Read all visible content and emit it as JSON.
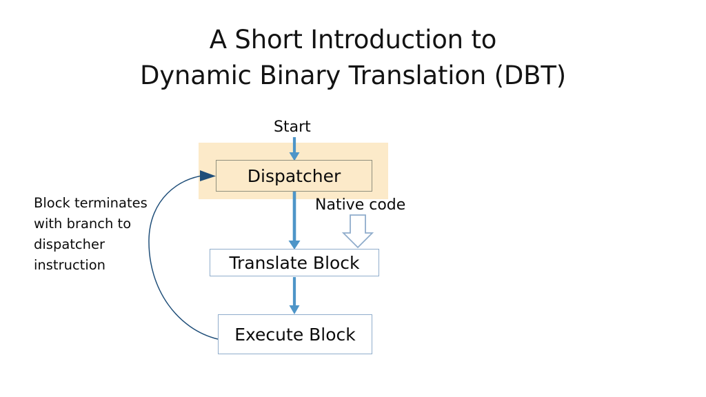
{
  "slide": {
    "title_lines": [
      "A Short Introduction to",
      "Dynamic Binary Translation (DBT)"
    ],
    "title_line_1": "A Short Introduction to",
    "title_line_2": "Dynamic Binary Translation (DBT)"
  },
  "diagram": {
    "type": "flowchart",
    "boxes": [
      {
        "id": "dispatcher",
        "label": "Dispatcher",
        "fill": "#fceac9",
        "border": "#8f8f7d"
      },
      {
        "id": "translate",
        "label": "Translate Block",
        "fill": "#ffffff",
        "border": "#8faccb"
      },
      {
        "id": "execute",
        "label": "Execute Block",
        "fill": "#ffffff",
        "border": "#8faccb"
      }
    ],
    "labels": {
      "start": "Start",
      "native_code": "Native code",
      "feedback_lines": [
        "Block terminates",
        "with branch to",
        "dispatcher",
        "instruction"
      ],
      "feedback_line_1": "Block terminates",
      "feedback_line_2": "with branch to",
      "feedback_line_3": "dispatcher",
      "feedback_line_4": "instruction"
    },
    "highlight": {
      "name": "dispatcher-highlight",
      "color": "#fceac9"
    },
    "arrows": [
      {
        "id": "start-to-dispatcher",
        "style": "solid-blue",
        "color": "#4e95c8",
        "from": "Start",
        "to": "Dispatcher"
      },
      {
        "id": "dispatcher-to-translate",
        "style": "solid-blue",
        "color": "#4e95c8",
        "from": "Dispatcher",
        "to": "Translate Block"
      },
      {
        "id": "translate-to-execute",
        "style": "solid-blue",
        "color": "#4e95c8",
        "from": "Translate Block",
        "to": "Execute Block"
      },
      {
        "id": "native-code-block-arrow",
        "style": "hollow-outline",
        "color": "#8faccb",
        "from": "Native code",
        "to": "Translate Block"
      },
      {
        "id": "execute-to-dispatcher-curve",
        "style": "curved-thin",
        "color": "#1f4e79",
        "from": "Execute Block",
        "to": "Dispatcher"
      }
    ]
  },
  "colors": {
    "highlight": "#fceac9",
    "arrow_blue": "#4e95c8",
    "box_border_blue": "#8faccb",
    "box_border_olive": "#8f8f7d",
    "curve_navy": "#1f4e79",
    "text": "#0b0b0b",
    "background": "#ffffff"
  }
}
